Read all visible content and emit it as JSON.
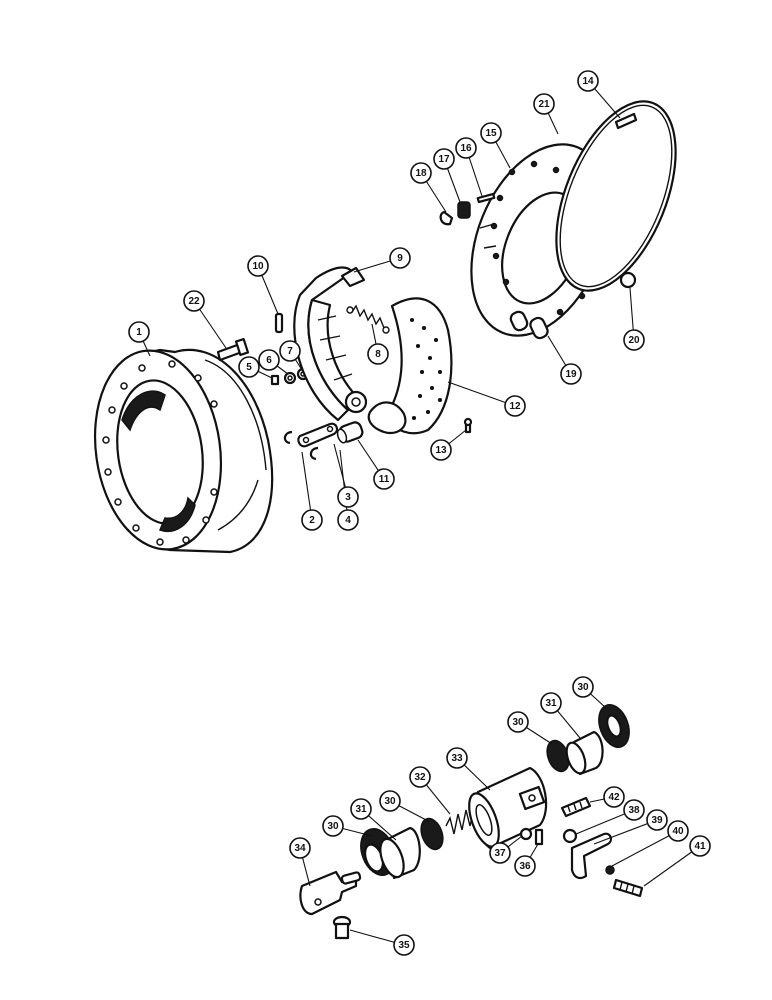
{
  "callouts": [
    {
      "id": "c1",
      "text": "1"
    },
    {
      "id": "c2",
      "text": "2"
    },
    {
      "id": "c3",
      "text": "3"
    },
    {
      "id": "c4",
      "text": "4"
    },
    {
      "id": "c5",
      "text": "5"
    },
    {
      "id": "c6",
      "text": "6"
    },
    {
      "id": "c7",
      "text": "7"
    },
    {
      "id": "c8",
      "text": "8"
    },
    {
      "id": "c9",
      "text": "9"
    },
    {
      "id": "c10",
      "text": "10"
    },
    {
      "id": "c11",
      "text": "11"
    },
    {
      "id": "c12",
      "text": "12"
    },
    {
      "id": "c13",
      "text": "13"
    },
    {
      "id": "c14",
      "text": "14"
    },
    {
      "id": "c15",
      "text": "15"
    },
    {
      "id": "c16",
      "text": "16"
    },
    {
      "id": "c17",
      "text": "17"
    },
    {
      "id": "c18",
      "text": "18"
    },
    {
      "id": "c19",
      "text": "19"
    },
    {
      "id": "c20",
      "text": "20"
    },
    {
      "id": "c21",
      "text": "21"
    },
    {
      "id": "c22",
      "text": "22"
    },
    {
      "id": "c30a",
      "text": "30"
    },
    {
      "id": "c30b",
      "text": "30"
    },
    {
      "id": "c30c",
      "text": "30"
    },
    {
      "id": "c30d",
      "text": "30"
    },
    {
      "id": "c31a",
      "text": "31"
    },
    {
      "id": "c31b",
      "text": "31"
    },
    {
      "id": "c32",
      "text": "32"
    },
    {
      "id": "c33",
      "text": "33"
    },
    {
      "id": "c34",
      "text": "34"
    },
    {
      "id": "c35",
      "text": "35"
    },
    {
      "id": "c36",
      "text": "36"
    },
    {
      "id": "c37",
      "text": "37"
    },
    {
      "id": "c38",
      "text": "38"
    },
    {
      "id": "c39",
      "text": "39"
    },
    {
      "id": "c40",
      "text": "40"
    },
    {
      "id": "c41",
      "text": "41"
    },
    {
      "id": "c42",
      "text": "42"
    }
  ]
}
